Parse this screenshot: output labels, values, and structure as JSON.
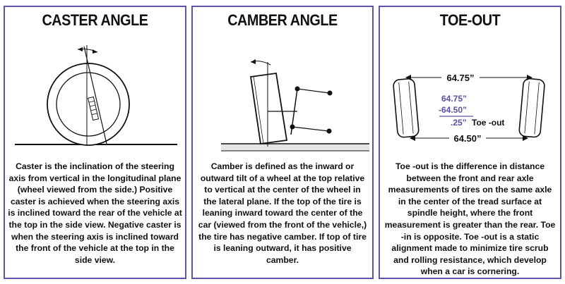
{
  "panels": {
    "caster": {
      "title": "CASTER ANGLE",
      "description": "Caster is the inclination of the steering axis from vertical in the longitudinal plane (wheel viewed from the side.) Positive caster is achieved when the steering axis is inclined toward the rear of the vehicle at the top in the side view. Negative caster is when the steering axis is inclined toward the front of the vehicle at the top in the side view."
    },
    "camber": {
      "title": "CAMBER ANGLE",
      "description": "Camber is defined as the inward or outward tilt of a wheel at the top relative to vertical at the center of the wheel in the lateral plane. If the top of the tire is leaning inward toward the center of the car (viewed from the front of the vehicle,) the tire has negative camber. If top of tire is leaning outward, it has positive camber."
    },
    "toe": {
      "title": "TOE-OUT",
      "front_measure": "64.75”",
      "rear_measure": "64.50”",
      "calc_line1": "64.75”",
      "calc_line2": "-64.50”",
      "calc_result": ".25”",
      "calc_result_label": "Toe -out",
      "description": "Toe -out is the difference in distance between the front and rear axle measurements of tires on the same axle in the center of the tread surface at spindle height, where the front measurement is greater than the rear. Toe -in is opposite. Toe -out is a static alignment made to minimize tire scrub and rolling resistance, which develop when a car is cornering."
    }
  },
  "colors": {
    "border": "#5f55a8",
    "calc_text": "#5b4fa6",
    "line": "#111111"
  }
}
